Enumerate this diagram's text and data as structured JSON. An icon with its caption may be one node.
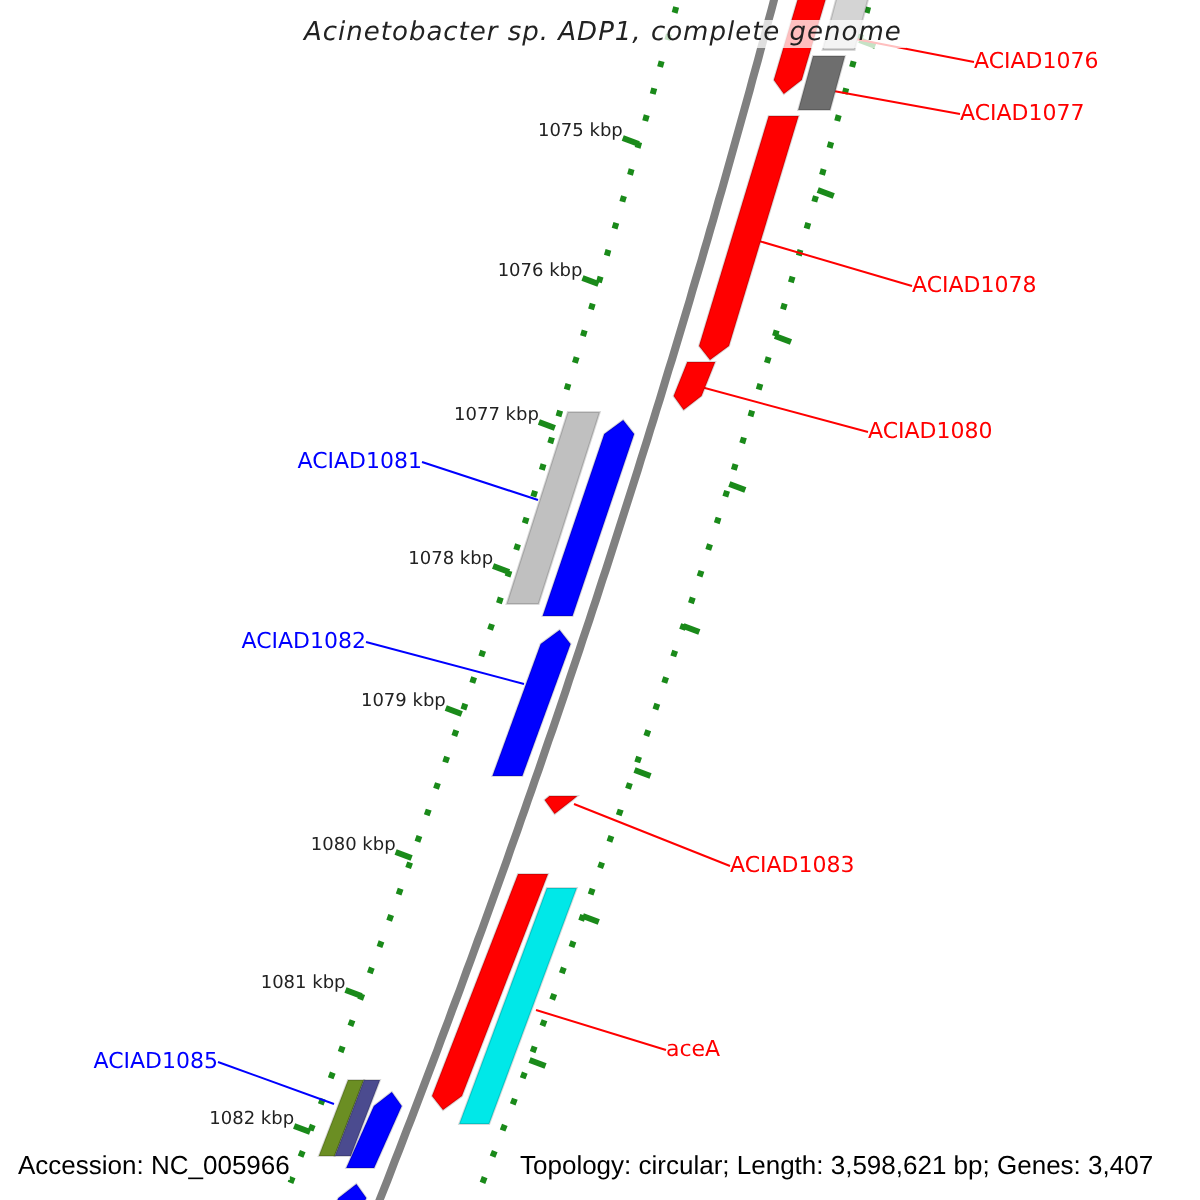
{
  "diagram": {
    "title": "Acinetobacter sp. ADP1, complete genome",
    "nodes": [
      {
        "text": [
          "ACIAD1076"
        ]
      },
      {
        "text": [
          "ACIAD1077"
        ]
      },
      {
        "text": [
          "ACIAD1078"
        ]
      },
      {
        "text": [
          "ACIAD1080"
        ]
      },
      {
        "text": [
          "ACIAD1081"
        ]
      },
      {
        "text": [
          "ACIAD1082"
        ]
      },
      {
        "text": [
          "ACIAD1083"
        ]
      },
      {
        "text": [
          "aceA"
        ]
      },
      {
        "text": [
          "ACIAD1085"
        ]
      },
      {
        "text": [],
        "shape": "bar"
      },
      {
        "text": [],
        "shape": "bar"
      },
      {
        "text": [],
        "shape": "bar"
      },
      {
        "text": [],
        "shape": "bar"
      },
      {
        "text": [],
        "shape": "bar"
      },
      {
        "text": [],
        "shape": "bar"
      },
      {
        "text": [],
        "shape": "bar"
      },
      {
        "text": [],
        "shape": "bar"
      },
      {
        "text": [],
        "shape": "bar"
      },
      {
        "text": [],
        "shape": "bar"
      },
      {
        "text": [],
        "shape": "bar"
      },
      {
        "text": [],
        "shape": "bar"
      },
      {
        "text": [],
        "shape": "bar"
      },
      {
        "text": [],
        "shape": "bar"
      },
      {
        "text": [],
        "shape": "bar"
      }
    ],
    "edges": [
      {
        "from": 0,
        "to": 10,
        "arrow": "none"
      },
      {
        "from": 1,
        "to": 11,
        "arrow": "none"
      },
      {
        "from": 2,
        "to": 12,
        "arrow": "none"
      },
      {
        "from": 3,
        "to": 13,
        "arrow": "none"
      },
      {
        "from": 4,
        "to": 14,
        "arrow": "none",
        "color": "#0000ff"
      },
      {
        "from": 5,
        "to": 16,
        "arrow": "none",
        "color": "#0000ff"
      },
      {
        "from": 6,
        "to": 17,
        "arrow": "none"
      },
      {
        "from": 7,
        "to": 19,
        "arrow": "none"
      },
      {
        "from": 8,
        "to": 20,
        "arrow": "none",
        "color": "#0000ff"
      }
    ],
    "labels": [
      "1075 kbp",
      "1076 kbp",
      "1077 kbp",
      "1078 kbp",
      "1079 kbp",
      "1080 kbp",
      "1081 kbp",
      "1082 kbp",
      "Accession: NC_005966",
      "Topology: circular; Length: 3,598,621 bp; Genes: 3,407"
    ]
  }
}
